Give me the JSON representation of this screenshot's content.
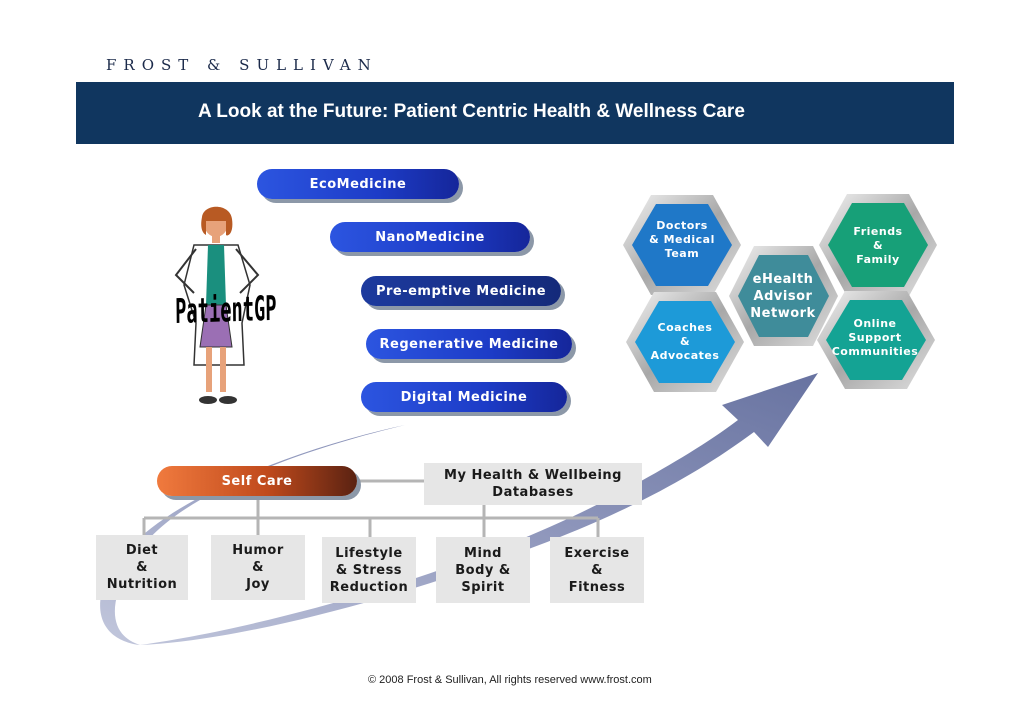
{
  "logo": {
    "text": "FROST & SULLIVAN"
  },
  "title": "A Look at the Future: Patient Centric Health & Wellness Care",
  "figure": {
    "label": "PatientGP"
  },
  "medicines": [
    {
      "label": "EcoMedicine"
    },
    {
      "label": "NanoMedicine"
    },
    {
      "label": "Pre-emptive Medicine"
    },
    {
      "label": "Regenerative Medicine"
    },
    {
      "label": "Digital Medicine"
    }
  ],
  "network": {
    "center": "eHealth\nAdvisor\nNetwork",
    "nodes": [
      {
        "label": "Doctors\n& Medical\nTeam",
        "color": "#1f78c8"
      },
      {
        "label": "Friends\n&\nFamily",
        "color": "#17a078"
      },
      {
        "label": "Coaches\n&\nAdvocates",
        "color": "#1d9ad8"
      },
      {
        "label": "Online\nSupport\nCommunities",
        "color": "#14a394"
      }
    ],
    "center_color": "#3f8c9a"
  },
  "self_care": {
    "label": "Self Care"
  },
  "databases": {
    "label": "My Health & Wellbeing\nDatabases"
  },
  "categories": [
    {
      "label": "Diet\n&\nNutrition"
    },
    {
      "label": "Humor\n&\nJoy"
    },
    {
      "label": "Lifestyle\n& Stress\nReduction"
    },
    {
      "label": "Mind\nBody &\nSpirit"
    },
    {
      "label": "Exercise\n&\nFitness"
    }
  ],
  "footer": "© 2008 Frost & Sullivan, All rights reserved  www.frost.com"
}
